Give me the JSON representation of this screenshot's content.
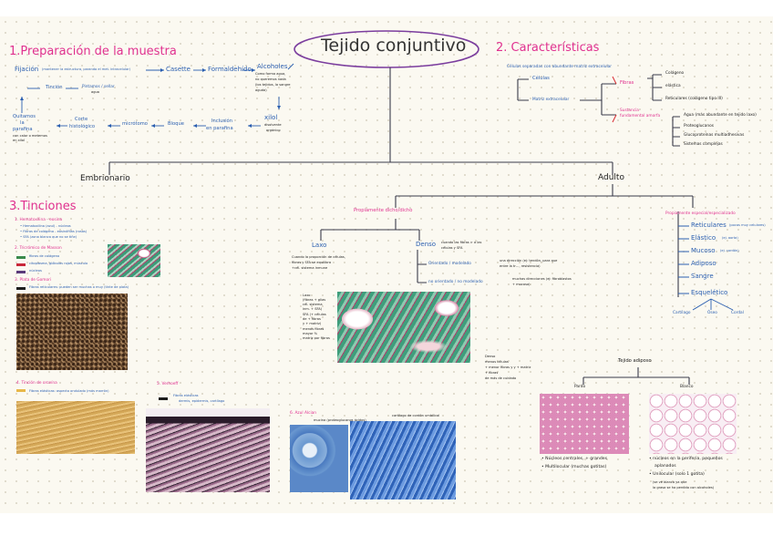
{
  "title": "Tejido conjuntivo",
  "colors": {
    "blue": "#2b5fb0",
    "pink": "#e0308f",
    "red": "#d8282e",
    "purple": "#7b3d9e",
    "ink": "#222222"
  },
  "prep": {
    "heading": "1.Preparación de la muestra",
    "fijacion": "Fijación",
    "fijacion_note": "(mantener la estructura, parando el met. intracelular)",
    "casette": "Casette",
    "formaldehido": "Formaldehído",
    "alcoholes": "Alcoholes",
    "alcoholes_note": [
      "Como forma agua,",
      "no queremos nada",
      "(los tejidos, la sangre",
      "aguda)"
    ],
    "tincion": "Tinción",
    "pinta_sellar": "Pintamos / sellar",
    "pinta_note": "agua",
    "xilol": "xilol",
    "xilol_note": [
      "disolvente",
      "orgánico"
    ],
    "inclusion": [
      "Inclusión",
      "en parafina"
    ],
    "bloque": "Bloque",
    "micrototomo": "micrótomo",
    "corte": [
      "Corte",
      "histológico"
    ],
    "quitamos": [
      "Quitamos",
      "la",
      "parafina"
    ],
    "quitamos_note": [
      "con calor o metemos",
      "en xilol"
    ]
  },
  "caract": {
    "heading": "2. Características",
    "bullet": "Células separadas con abundante matriz extracelular",
    "celulas": "Células",
    "matriz": "Matriz extracelular",
    "fibras": "Fibras",
    "fibras_items": [
      "Colágeno",
      "elástica",
      "Reticulares (colágeno tipo III)"
    ],
    "sustancia": [
      "Sustancia",
      "fundamental amorfa"
    ],
    "sustancia_items": [
      "Agua (más abundante en tejido laxo)",
      "Proteoglucanos",
      "Glucoproteínas multiadhesivas",
      "Sistemas complejas"
    ]
  },
  "branches": {
    "embrionario": "Embrionario",
    "adulto": "Adulto"
  },
  "propio": {
    "heading": "Propiamente dicho/dicho",
    "laxo": "Laxo",
    "laxo_note": [
      "Cuando la proporción de células,",
      "fibras y SFA se equilibra",
      "+cél. sistema inmune"
    ],
    "denso": "Denso",
    "denso_note": [
      "cuando las fibras > a las",
      "células y SFA"
    ],
    "orientado": "Orientado / modelado",
    "orientado_note": [
      "una dirección (ej: tendón, para que",
      "entre la tr…, resistencia)"
    ],
    "no_orientado": "no orientado / no modelado",
    "no_orientado_note": [
      "muchas direcciones (ej: fibroblastos",
      "+ mucosa)"
    ],
    "img_left": [
      "Laxo",
      "(fibras + glias",
      "cél. sistema",
      "inm. + SFA)",
      "SFA (+ células",
      "de + fibras",
      "y + matriz)",
      "menos fibras",
      "mayor %",
      "matriz por fibras"
    ],
    "img_right": [
      "Denso",
      "menos células",
      "+ menor fibras y y + matriz",
      "+ fibras",
      "de más de cuidado"
    ]
  },
  "especial": {
    "heading": "Propiamente especial/especializado",
    "items": [
      "Reticulares",
      "Elástico",
      "Mucoso",
      "Adiposo",
      "Sangre",
      "Esquelético"
    ],
    "notes": [
      "(pocas muy celulares)",
      "(ej. aorta)",
      "(ej. cordón)",
      "",
      "",
      ""
    ],
    "sub": [
      "Cartílago",
      "Óseo",
      "Cordal"
    ]
  },
  "adiposo": {
    "heading": "Tejido adiposo",
    "pardo": "Pardo",
    "blanco": "Blanco",
    "pardo_notes": [
      "• Núcleos centrales, + grandes",
      "• Multilocular (muchas gotitas)"
    ],
    "blanco_notes": [
      "• núcleos en la periferia, pequeños",
      "aplanados",
      "• Unilocular (solo 1 gotita)",
      "(se ve blanco ya que",
      "la grasa se ha perdido con alcoholes)"
    ]
  },
  "tinciones": {
    "heading": "3.Tinciones",
    "he": {
      "title": "1. Hematoxilina - eosina",
      "lines": [
        "• Hematoxilina (azul) - núcleos",
        "• Fibras de colágeno - eosinófilas (rosas)",
        "• SFA (zona blanca que no se tiñe)"
      ]
    },
    "masson": {
      "title": "2. Tricrómico de Masson",
      "lines": [
        "fibras de colágeno",
        "citoplasma, glóbulos rojos, músculo",
        "núcleos"
      ]
    },
    "gomori": {
      "title": "3. Plata de Gomori",
      "lines": [
        "Fibras reticulares: pueden ser muchas o muy (tinte de plata)"
      ]
    },
    "orceina": {
      "title": "4. Tinción de orceína",
      "lines": [
        "Fibras elásticas: aspecto ondulado (más marrón)"
      ]
    },
    "verhoeff": {
      "title": "5. Verhoeff",
      "lines": [
        "Fibras elásticas",
        "dermis, epidermis, cartílago"
      ]
    },
    "alcian": {
      "title": "6. Azul Alcian",
      "lines": [
        "mucina (proteoglucanos ácidos)",
        "cartílago de cordón umbilical"
      ]
    }
  }
}
